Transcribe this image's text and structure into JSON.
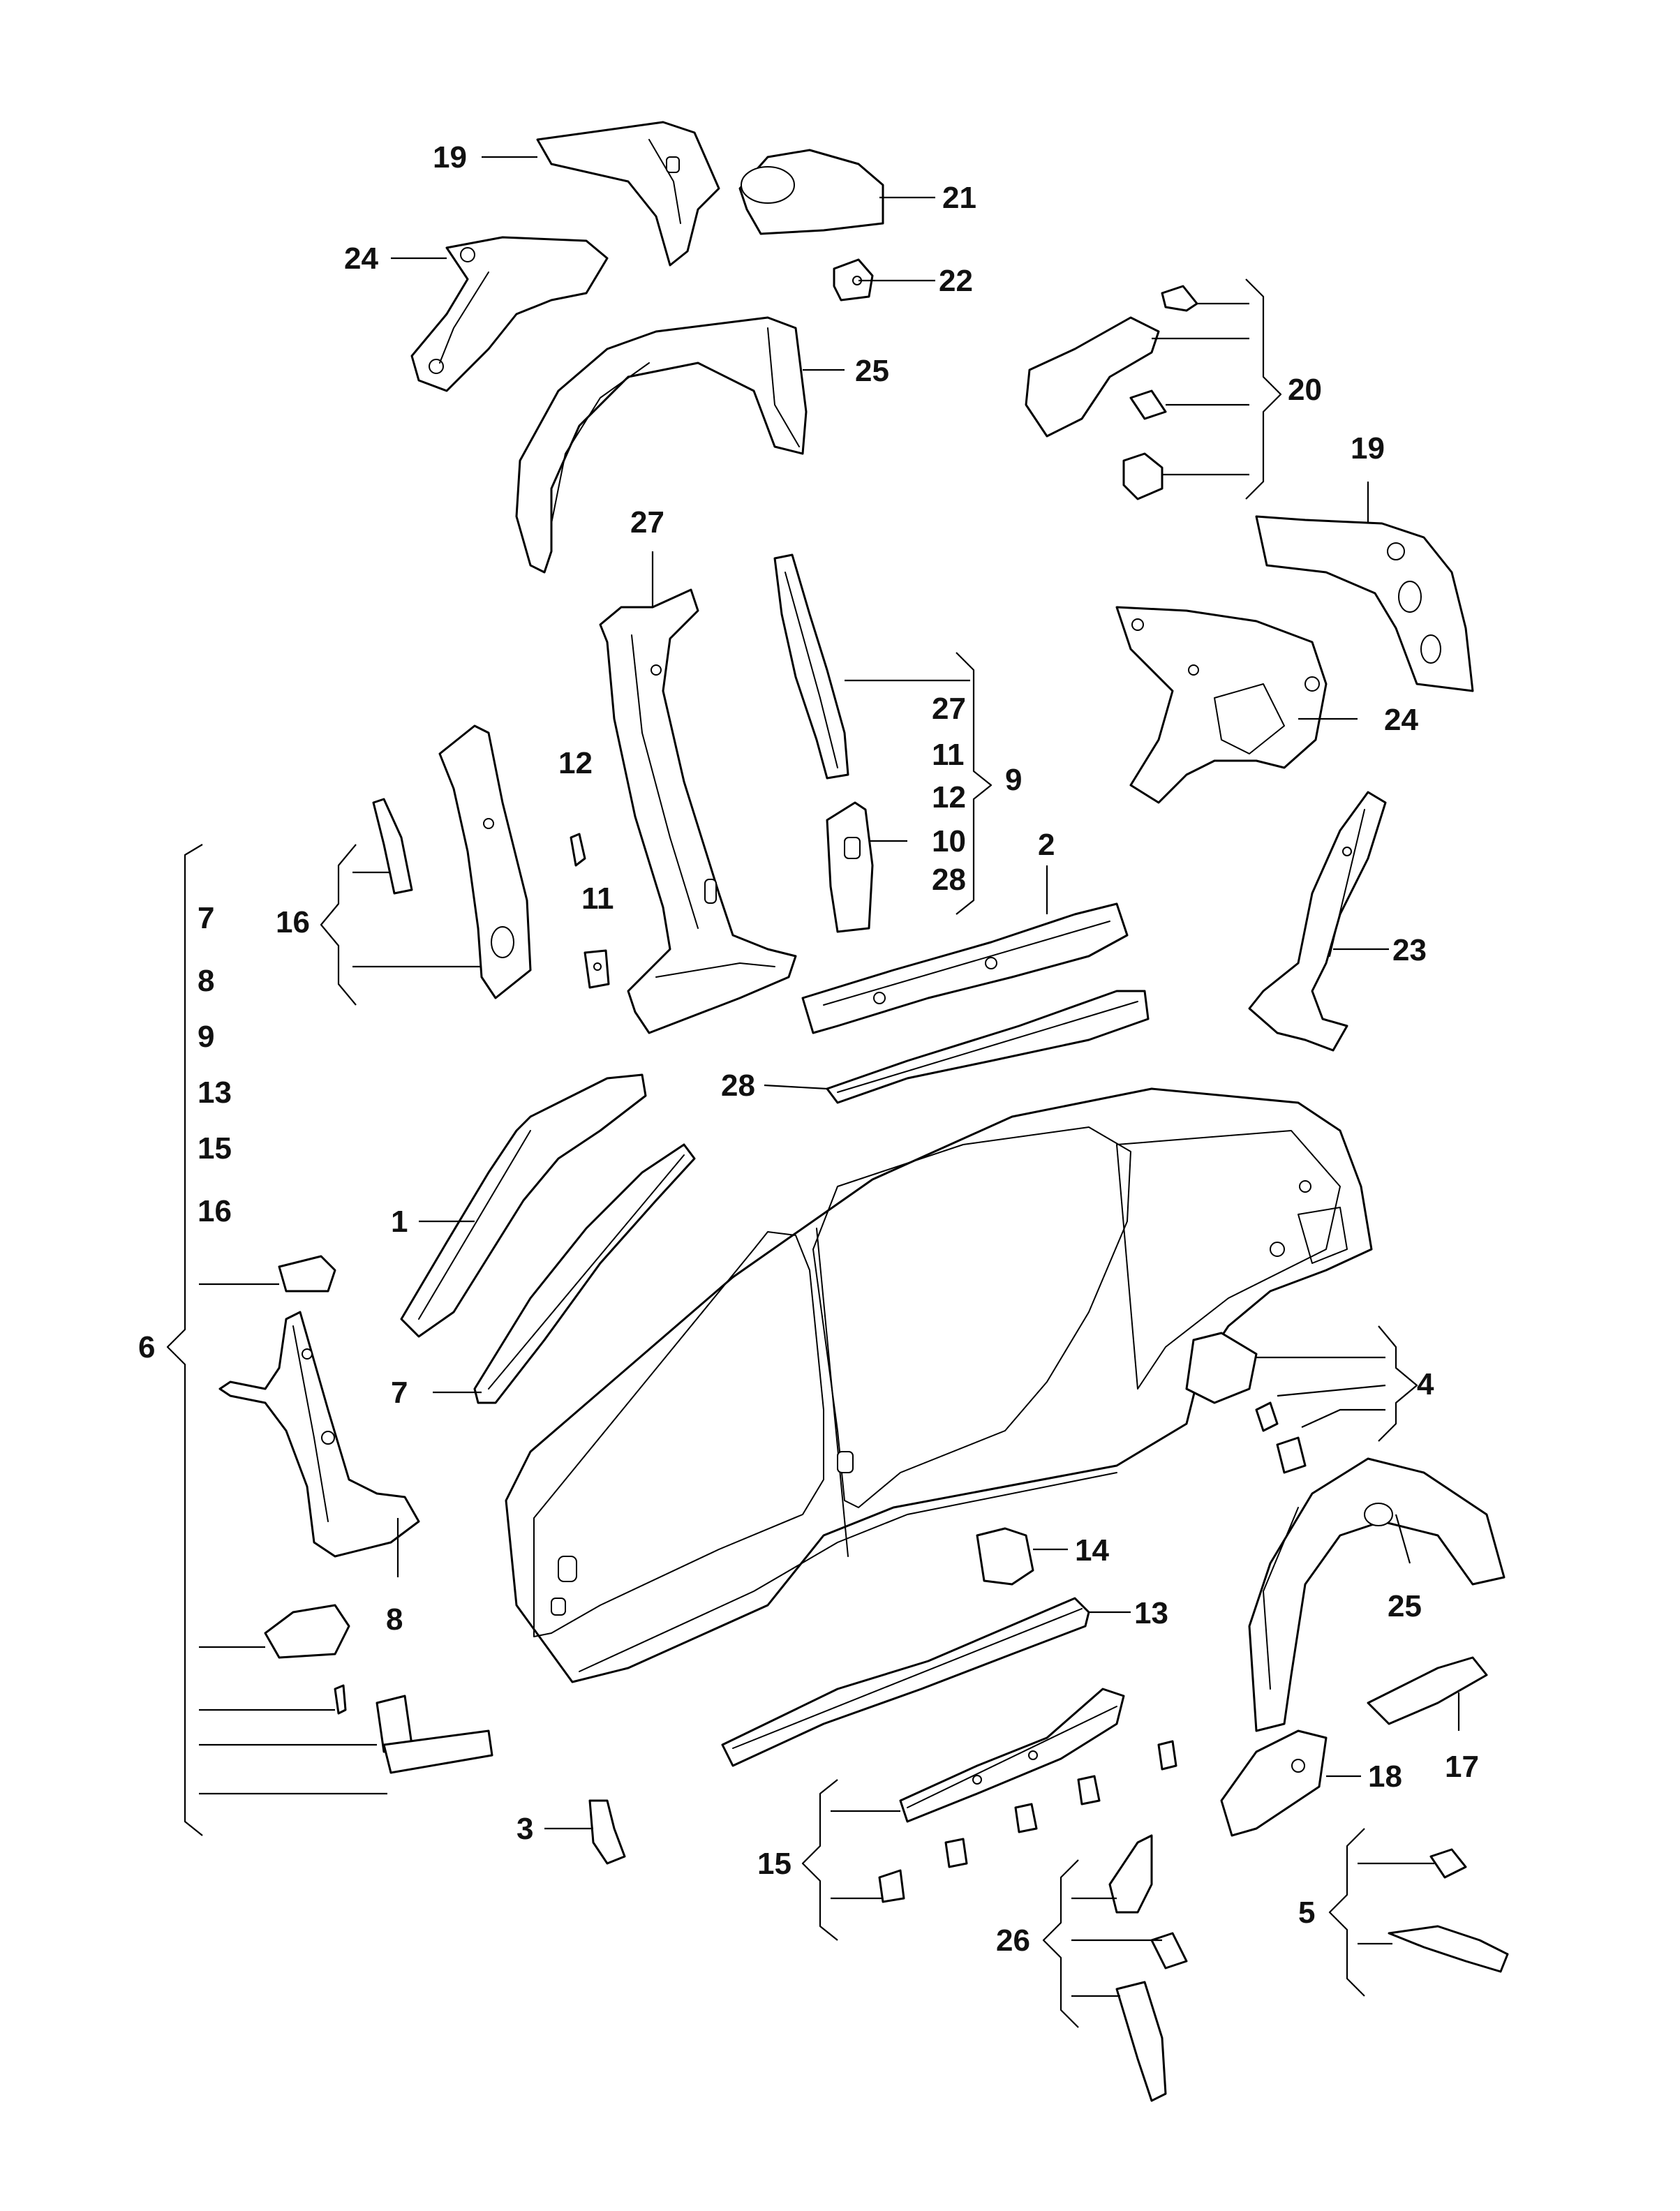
{
  "diagram": {
    "callouts": {
      "c1": "1",
      "c2": "2",
      "c3": "3",
      "c4": "4",
      "c5": "5",
      "c6": "6",
      "c7a": "7",
      "c7b": "7",
      "c8a": "8",
      "c8b": "8",
      "c9a": "9",
      "c9b": "9",
      "c10": "10",
      "c11a": "11",
      "c11b": "11",
      "c12a": "12",
      "c12b": "12",
      "c13a": "13",
      "c13b": "13",
      "c14": "14",
      "c15a": "15",
      "c15b": "15",
      "c16a": "16",
      "c16b": "16",
      "c17": "17",
      "c18": "18",
      "c19a": "19",
      "c19b": "19",
      "c20": "20",
      "c21": "21",
      "c22": "22",
      "c23": "23",
      "c24a": "24",
      "c24b": "24",
      "c25a": "25",
      "c25b": "25",
      "c26": "26",
      "c27a": "27",
      "c27b": "27",
      "c28a": "28",
      "c28b": "28"
    }
  }
}
